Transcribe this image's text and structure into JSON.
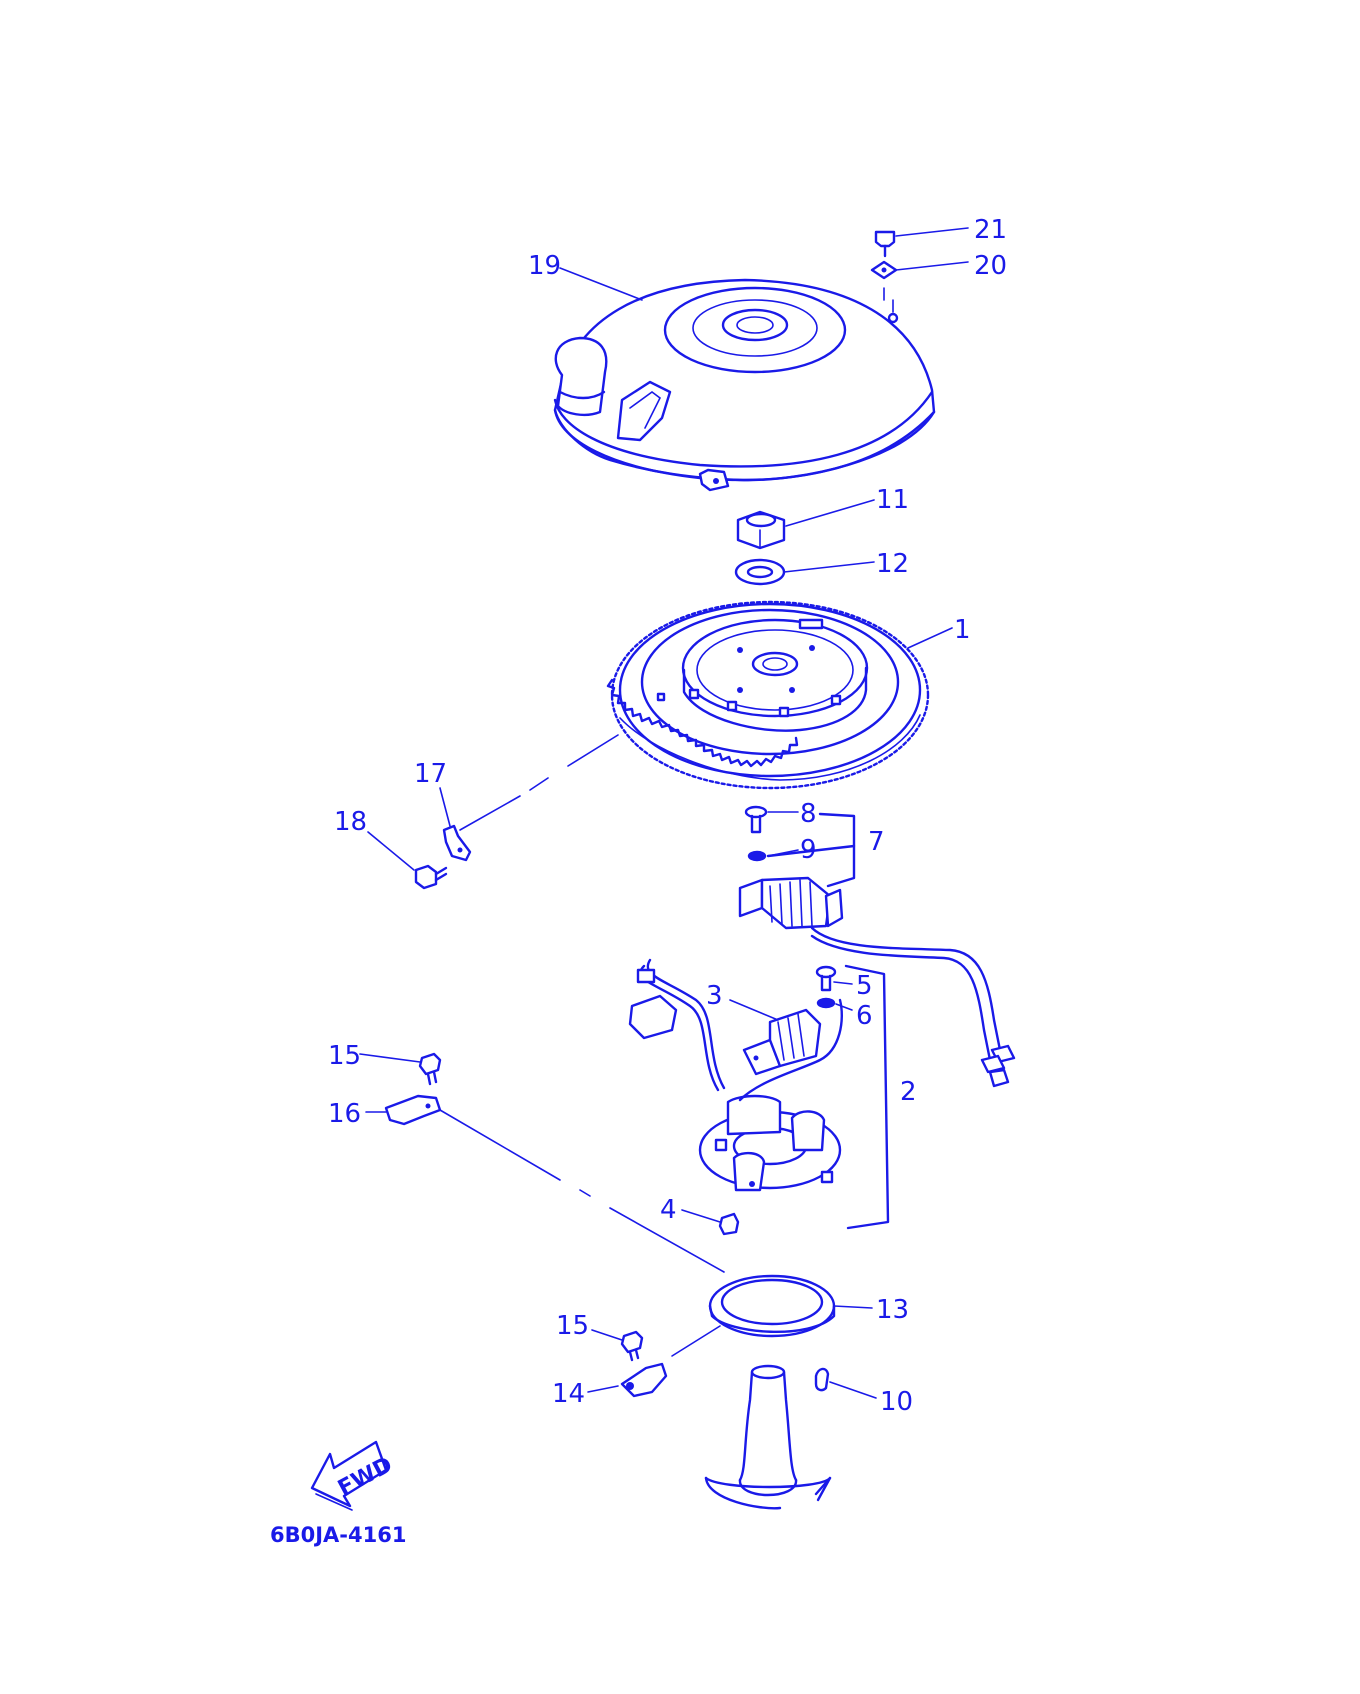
{
  "diagram": {
    "drawing_code": "6B0JA-4161",
    "direction_label": "FWD",
    "accent_color": "#1a1ae8",
    "callouts": {
      "c1": "1",
      "c2": "2",
      "c3": "3",
      "c4": "4",
      "c5": "5",
      "c6": "6",
      "c7": "7",
      "c8": "8",
      "c9": "9",
      "c10": "10",
      "c11": "11",
      "c12": "12",
      "c13": "13",
      "c14": "14",
      "c15a": "15",
      "c15b": "15",
      "c16": "16",
      "c17": "17",
      "c18": "18",
      "c19": "19",
      "c20": "20",
      "c21": "21"
    },
    "parts": [
      "flywheel-cover",
      "nut",
      "washer",
      "flywheel-magneto",
      "stator-assembly",
      "charge-coil",
      "pulser-coil",
      "base-plate",
      "retainer-ring",
      "key",
      "clamp",
      "bolt",
      "crankcase-boss"
    ]
  }
}
